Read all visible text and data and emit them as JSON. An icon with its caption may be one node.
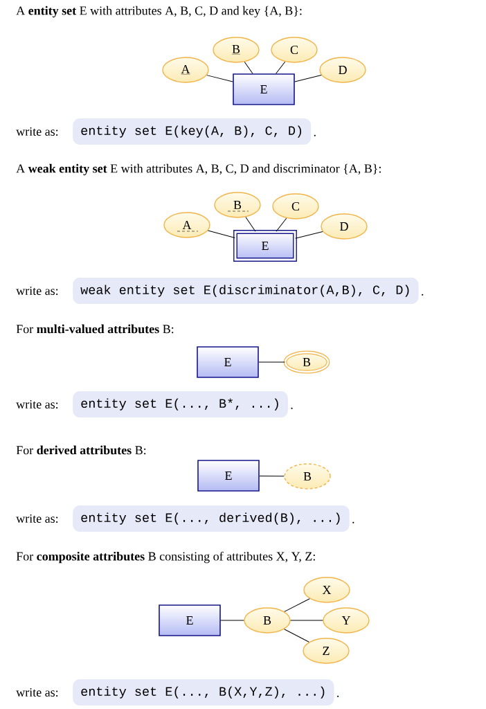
{
  "diagram": {
    "nodes": [
      {
        "text": [
          "A"
        ]
      },
      {
        "text": [
          "B"
        ]
      },
      {
        "text": [
          "C"
        ]
      },
      {
        "text": [
          "D"
        ]
      },
      {
        "text": [
          "E"
        ]
      },
      {
        "text": [
          "A"
        ]
      },
      {
        "text": [
          "B"
        ]
      },
      {
        "text": [
          "C"
        ]
      },
      {
        "text": [
          "D"
        ]
      },
      {
        "text": [
          "E"
        ]
      },
      {
        "text": [
          "E"
        ]
      },
      {
        "text": [
          "B"
        ]
      },
      {
        "text": [
          "E"
        ]
      },
      {
        "text": [
          "B"
        ]
      },
      {
        "text": [
          "E"
        ]
      },
      {
        "text": [
          "B"
        ]
      },
      {
        "text": [
          "X"
        ]
      },
      {
        "text": [
          "Y"
        ]
      },
      {
        "text": [
          "Z"
        ]
      }
    ],
    "edges": [
      {
        "from": 0,
        "to": 4,
        "arrow": "none"
      },
      {
        "from": 1,
        "to": 4,
        "arrow": "none"
      },
      {
        "from": 2,
        "to": 4,
        "arrow": "none"
      },
      {
        "from": 3,
        "to": 4,
        "arrow": "none"
      },
      {
        "from": 5,
        "to": 9,
        "arrow": "none"
      },
      {
        "from": 6,
        "to": 9,
        "arrow": "none"
      },
      {
        "from": 7,
        "to": 9,
        "arrow": "none"
      },
      {
        "from": 8,
        "to": 9,
        "arrow": "none"
      },
      {
        "from": 10,
        "to": 11,
        "arrow": "none"
      },
      {
        "from": 12,
        "to": 13,
        "arrow": "none"
      },
      {
        "from": 14,
        "to": 15,
        "arrow": "none"
      },
      {
        "from": 15,
        "to": 16,
        "arrow": "none"
      },
      {
        "from": 15,
        "to": 17,
        "arrow": "none"
      },
      {
        "from": 15,
        "to": 18,
        "arrow": "none"
      }
    ],
    "labels": [
      "A **entity set** E with attributes A, B, C, D and key {A, B}:",
      "write as:",
      "entity set E(key(A, B), C, D)",
      ".",
      "A **weak entity set** E with attributes A, B, C, D and discriminator {A, B}:",
      "write as:",
      "weak entity set E(discriminator(A,B), C, D)",
      ".",
      "For **multi-valued attributes** B:",
      "write as:",
      "entity set E(..., B*, ...)",
      ".",
      "For **derived attributes** B:",
      "write as:",
      "entity set E(..., derived(B), ...)",
      ".",
      "For **composite attributes** B consisting of attributes X, Y, Z:",
      "write as:",
      "entity set E(..., B(X,Y,Z), ...)",
      "."
    ]
  }
}
